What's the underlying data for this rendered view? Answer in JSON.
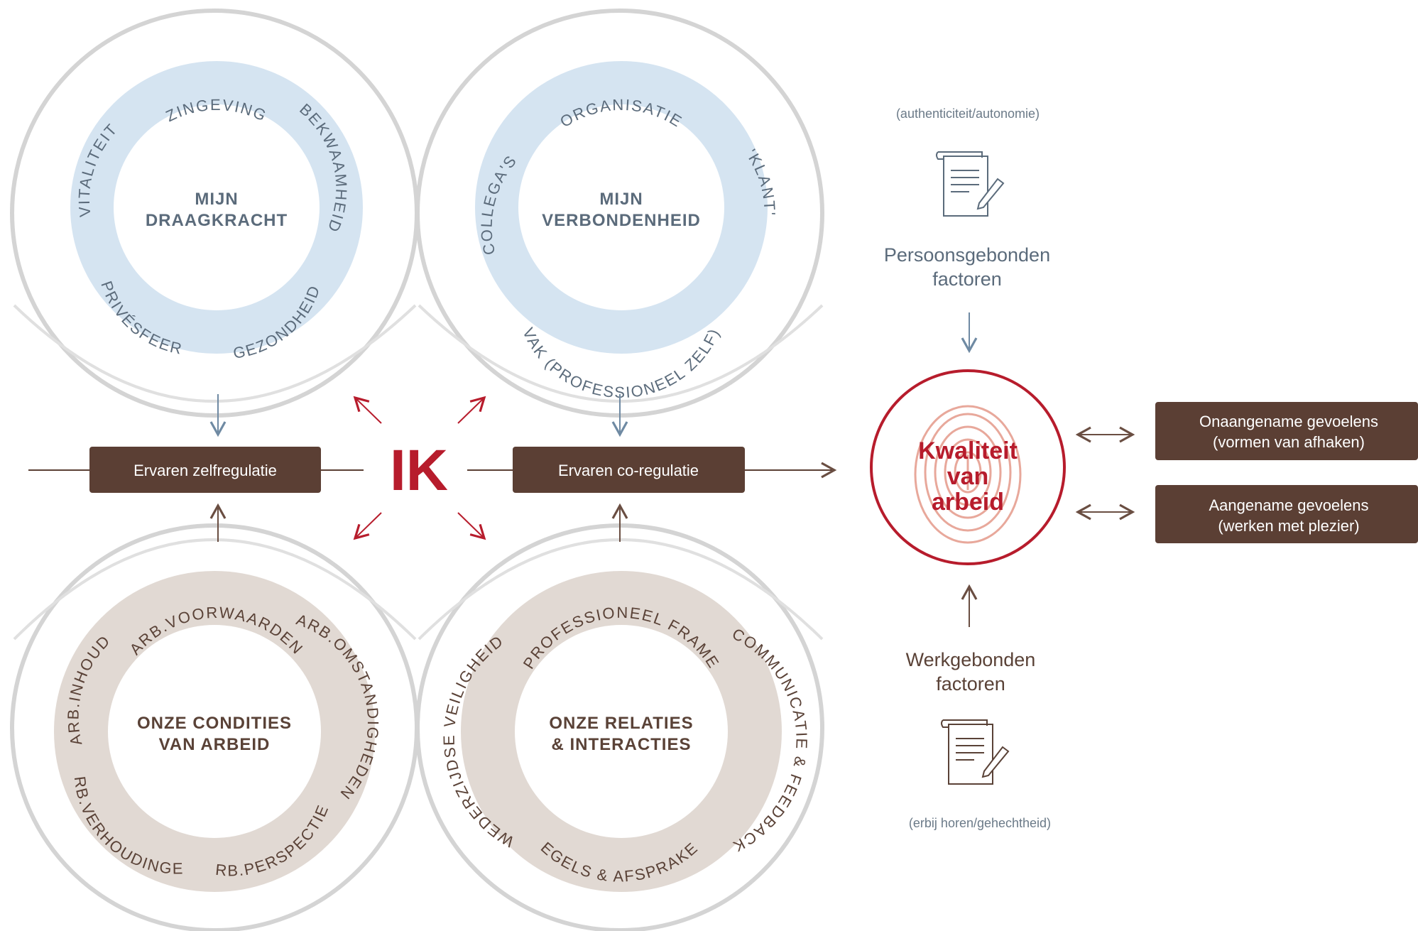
{
  "colors": {
    "blue_ring": "#d5e4f1",
    "blue_text": "#5b6b7b",
    "beige_ring": "#e1d9d3",
    "brown_text": "#5a4237",
    "brown_box": "#5b3f34",
    "red": "#b71c2c",
    "fingerprint": "#e8a89b",
    "grey_outline": "#d0d0d0"
  },
  "circles": {
    "draagkracht": {
      "title_line1": "MIJN",
      "title_line2": "DRAAGKRACHT",
      "words": [
        "ZINGEVING",
        "BEKWAAMHEID",
        "GEZONDHEID",
        "PRIVÉSFEER",
        "VITALITEIT"
      ]
    },
    "verbondenheid": {
      "title_line1": "MIJN",
      "title_line2": "VERBONDENHEID",
      "words": [
        "ORGANISATIE",
        "'KLANT'",
        "VAK (PROFESSIONEEL ZELF)",
        "COLLEGA'S"
      ]
    },
    "condities": {
      "title_line1": "ONZE CONDITIES",
      "title_line2": "VAN ARBEID",
      "words": [
        "ARB.VOORWAARDEN",
        "ARB.OMSTANDIGHEDEN",
        "ARB.PERSPECTIEF",
        "ARB.VERHOUDINGEN",
        "ARB.INHOUD"
      ]
    },
    "relaties": {
      "title_line1": "ONZE RELATIES",
      "title_line2": "& INTERACTIES",
      "words": [
        "PROFESSIONEEL FRAME",
        "COMMUNICATIE & FEEDBACK",
        "REGELS & AFSPRAKEN",
        "WEDERZIJDSE VEILIGHEID"
      ]
    }
  },
  "center": {
    "label": "IK"
  },
  "boxes": {
    "zelfregulatie": "Ervaren zelfregulatie",
    "coregulatie": "Ervaren co-regulatie",
    "onaangenaam_line1": "Onaangename gevoelens",
    "onaangenaam_line2": "(vormen van afhaken)",
    "aangenaam_line1": "Aangename gevoelens",
    "aangenaam_line2": "(werken met plezier)"
  },
  "right": {
    "top_note": "(authenticiteit/autonomie)",
    "top_label_line1": "Persoonsgebonden",
    "top_label_line2": "factoren",
    "quality_line1": "Kwaliteit",
    "quality_line2": "van",
    "quality_line3": "arbeid",
    "bottom_label_line1": "Werkgebonden",
    "bottom_label_line2": "factoren",
    "bottom_note": "(erbij horen/gehechtheid)",
    "document_icon_top": "document-pen-icon",
    "document_icon_bottom": "document-pen-icon",
    "fingerprint_icon": "fingerprint-icon"
  }
}
